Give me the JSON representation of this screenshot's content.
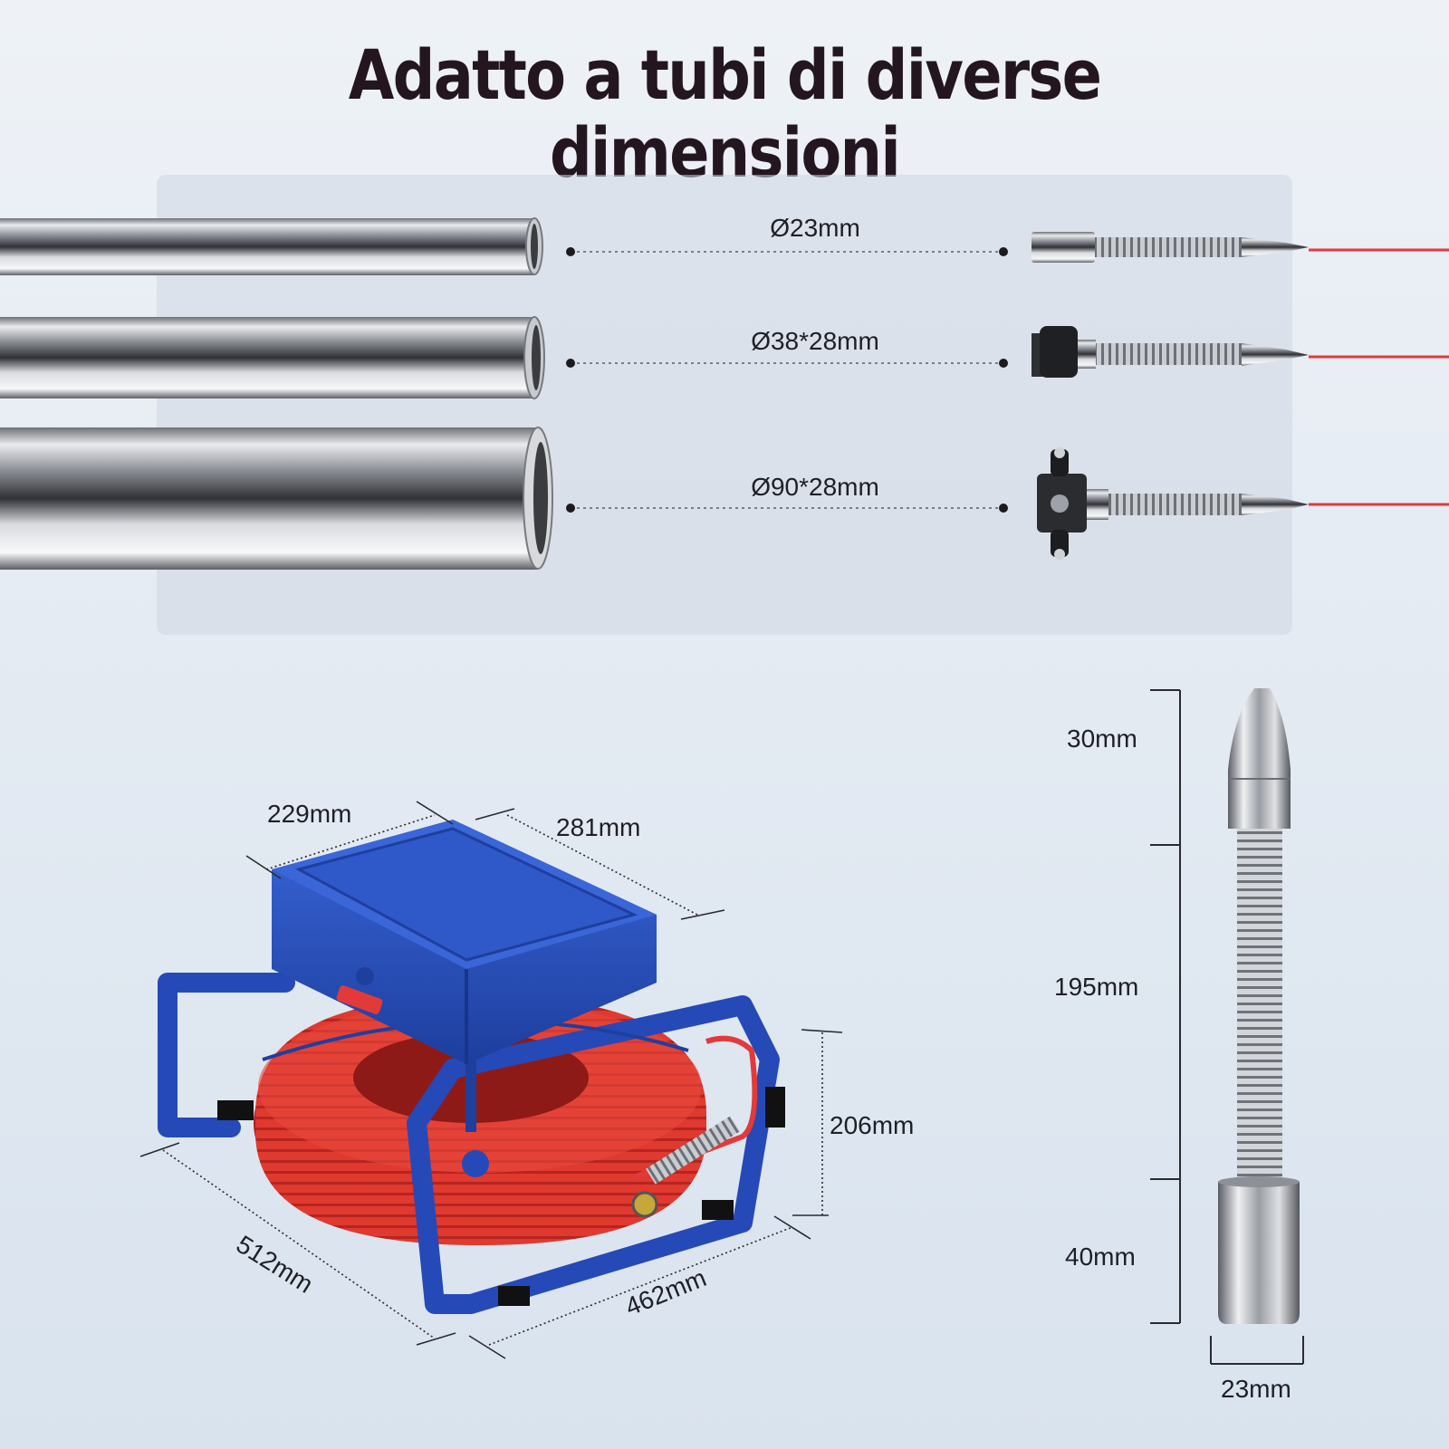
{
  "title_line1": "Adatto a tubi di diverse",
  "title_line2": "dimensioni",
  "pipes": [
    {
      "label": "Ø23mm",
      "head": "flat-cylinder-head"
    },
    {
      "label": "Ø38*28mm",
      "head": "black-wheel-head"
    },
    {
      "label": "Ø90*28mm",
      "head": "wheeled-skid-head"
    }
  ],
  "reel": {
    "depth_top": "229mm",
    "width_top": "281mm",
    "height": "206mm",
    "depth_base": "512mm",
    "width_base": "462mm"
  },
  "probe": {
    "tip": "30mm",
    "spring": "195mm",
    "camera": "40mm",
    "diameter": "23mm"
  },
  "colors": {
    "cable": "#e23a3a",
    "frame": "#2649b8",
    "case": "#2750c2",
    "steel": "#b9bdc4"
  }
}
